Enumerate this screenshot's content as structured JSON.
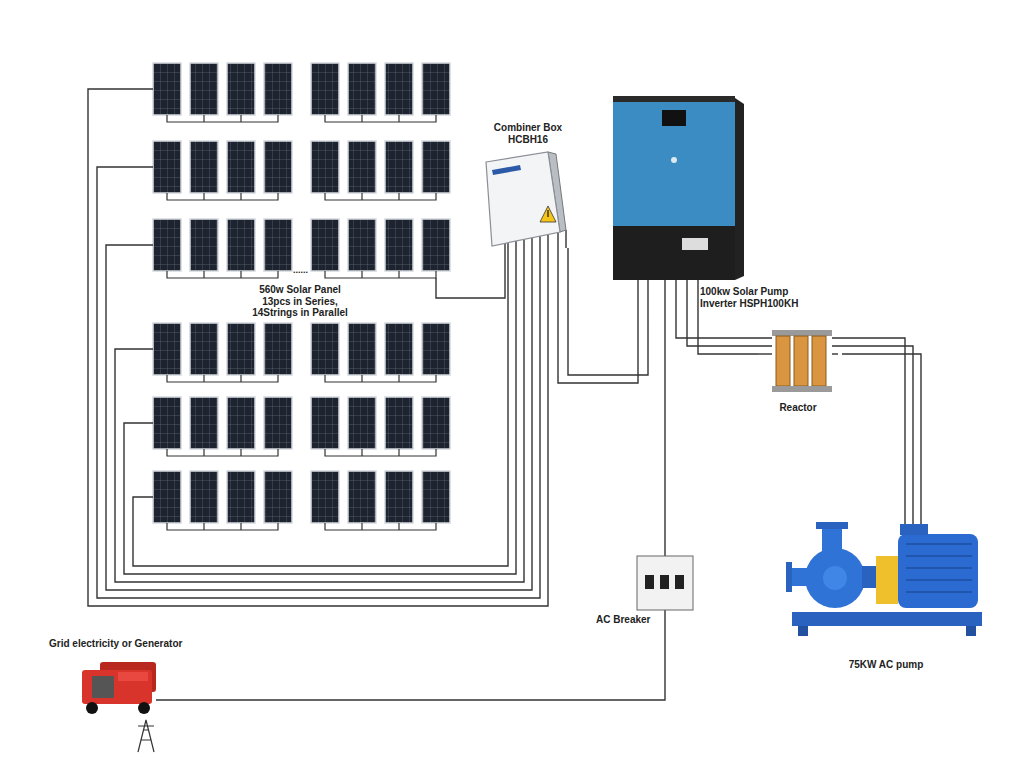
{
  "diagram": {
    "nodes": [
      {
        "text": [
          "560w Solar Panel 13pcs in Series, 14Strings in Parallel"
        ]
      },
      {
        "text": [
          "Combiner Box HCBH16"
        ]
      },
      {
        "text": [
          "100kw Solar Pump Inverter HSPH100KH"
        ]
      },
      {
        "text": [
          "Reactor"
        ]
      },
      {
        "text": [
          "75KW AC pump"
        ]
      },
      {
        "text": [
          "AC Breaker"
        ]
      },
      {
        "text": [
          "Grid electricity or Generator"
        ]
      }
    ],
    "edges": [
      {
        "from": 0,
        "to": 1,
        "arrow": "none"
      },
      {
        "from": 1,
        "to": 2,
        "arrow": "none"
      },
      {
        "from": 2,
        "to": 3,
        "arrow": "none"
      },
      {
        "from": 3,
        "to": 4,
        "arrow": "none"
      },
      {
        "from": 6,
        "to": 5,
        "arrow": "none"
      },
      {
        "from": 5,
        "to": 2,
        "arrow": "none"
      }
    ],
    "labels": [
      "......"
    ]
  }
}
